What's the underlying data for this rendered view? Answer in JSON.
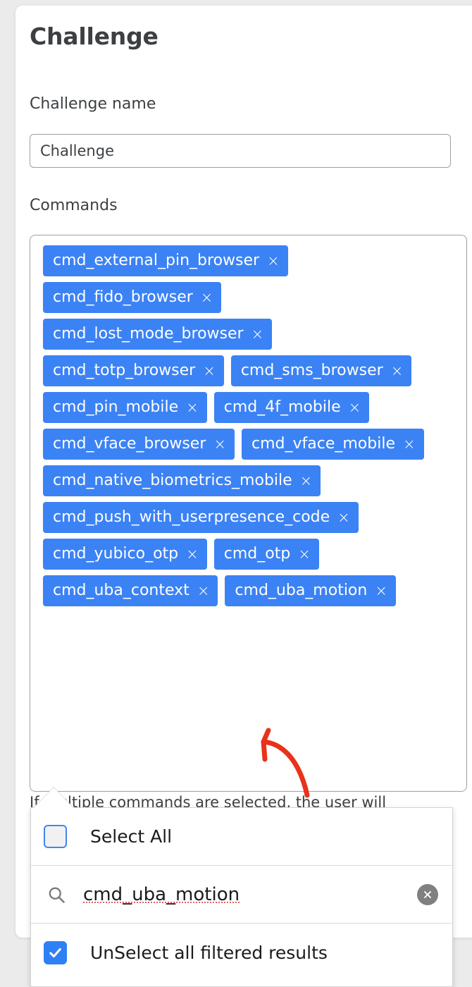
{
  "page": {
    "title": "Challenge",
    "background_color": "#ebebeb",
    "card_color": "#ffffff"
  },
  "form": {
    "challenge_name": {
      "label": "Challenge name",
      "value": "Challenge",
      "placeholder": "Challenge"
    },
    "commands": {
      "label": "Commands",
      "helper_text": "If multiple commands are selected, the user will",
      "chip_color": "#3b82f5",
      "remove_glyph": "×",
      "selected": [
        "cmd_external_pin_browser",
        "cmd_fido_browser",
        "cmd_lost_mode_browser",
        "cmd_totp_browser",
        "cmd_sms_browser",
        "cmd_pin_mobile",
        "cmd_4f_mobile",
        "cmd_vface_browser",
        "cmd_vface_mobile",
        "cmd_native_biometrics_mobile",
        "cmd_push_with_userpresence_code",
        "cmd_yubico_otp",
        "cmd_otp",
        "cmd_uba_context",
        "cmd_uba_motion"
      ]
    }
  },
  "dropdown": {
    "select_all": {
      "label": "Select All",
      "checked": false
    },
    "search": {
      "icon": "search-icon",
      "value": "cmd_uba_motion",
      "placeholder": "Search",
      "clear_icon": "close-circle-icon",
      "spellcheck_underline_color": "#e4605e"
    },
    "unselect_filtered": {
      "label": "UnSelect all filtered results",
      "checked": true,
      "checkbox_color": "#2f80f5"
    }
  },
  "annotation": {
    "type": "hand-drawn-arrow",
    "color": "#e8331c",
    "points_to": "cmd_uba_motion"
  }
}
